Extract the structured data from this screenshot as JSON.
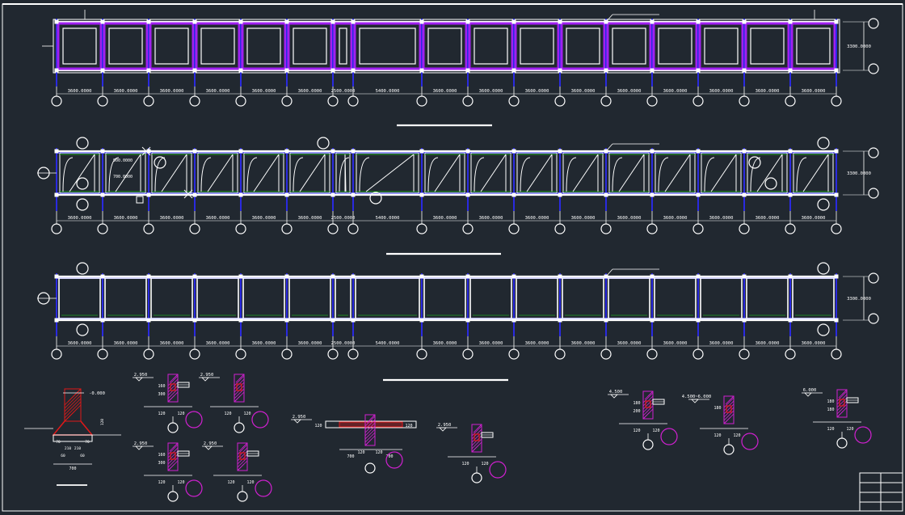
{
  "plans": [
    {
      "id": "plan-1",
      "dims": [
        "3600.0000",
        "3600.0000",
        "3600.0000",
        "3600.0000",
        "3600.0000",
        "3600.0000",
        "2500.0000",
        "5400.0000",
        "3600.0000",
        "3600.0000",
        "3600.0000",
        "3600.0000",
        "3600.0000",
        "3600.0000",
        "3600.0000",
        "3600.0000",
        "3600.0000"
      ],
      "side_dim": "3300.0000"
    },
    {
      "id": "plan-2",
      "dims": [
        "3600.0000",
        "3600.0000",
        "3600.0000",
        "3600.0000",
        "3600.0000",
        "3600.0000",
        "2500.0000",
        "5400.0000",
        "3600.0000",
        "3600.0000",
        "3600.0000",
        "3600.0000",
        "3600.0000",
        "3600.0000",
        "3600.0000",
        "3600.0000",
        "3600.0000"
      ],
      "side_dim": "3300.0000",
      "notes": [
        "900.0000",
        "700.0000"
      ]
    },
    {
      "id": "plan-3",
      "dims": [
        "3600.0000",
        "3600.0000",
        "3600.0000",
        "3600.0000",
        "3600.0000",
        "3600.0000",
        "2500.0000",
        "5400.0000",
        "3600.0000",
        "3600.0000",
        "3600.0000",
        "3600.0000",
        "3600.0000",
        "3600.0000",
        "3600.0000",
        "3600.0000",
        "3600.0000"
      ],
      "side_dim": "3300.0000"
    }
  ],
  "details": {
    "footing": {
      "elev": "-0.000",
      "dims": [
        "70",
        "210",
        "210",
        "70",
        "60",
        "60",
        "700",
        "120"
      ]
    },
    "d1": {
      "elev": "2.950",
      "a": "160",
      "b": "300",
      "c": "120",
      "d": "120"
    },
    "d2": {
      "elev": "2.950",
      "c": "120",
      "d": "120"
    },
    "d3": {
      "elev": "2.950",
      "a": "160",
      "b": "300",
      "c": "120",
      "d": "120"
    },
    "d4": {
      "elev": "2.950",
      "c": "120",
      "d": "120"
    },
    "d5": {
      "elev": "2.950",
      "a": "120",
      "b": "120",
      "c": "700",
      "d": "120",
      "e": "120",
      "f": "700"
    },
    "d6": {
      "elev": "2.950",
      "c": "120",
      "d": "120"
    },
    "d7": {
      "elev": "4.500",
      "a": "180",
      "b": "200",
      "c": "120",
      "d": "120"
    },
    "d8": {
      "elev": "4.500~6.000",
      "a": "180",
      "c": "120",
      "d": "120"
    },
    "d9": {
      "elev": "6.000",
      "a": "180",
      "b": "180",
      "c": "120",
      "d": "120"
    }
  },
  "colors": {
    "background": "#212830",
    "line": "#ffffff",
    "axis": "#2a2ae0",
    "purple": "#a020f0",
    "green": "#1fa01f",
    "red": "#e01818",
    "magenta": "#d020d0"
  }
}
